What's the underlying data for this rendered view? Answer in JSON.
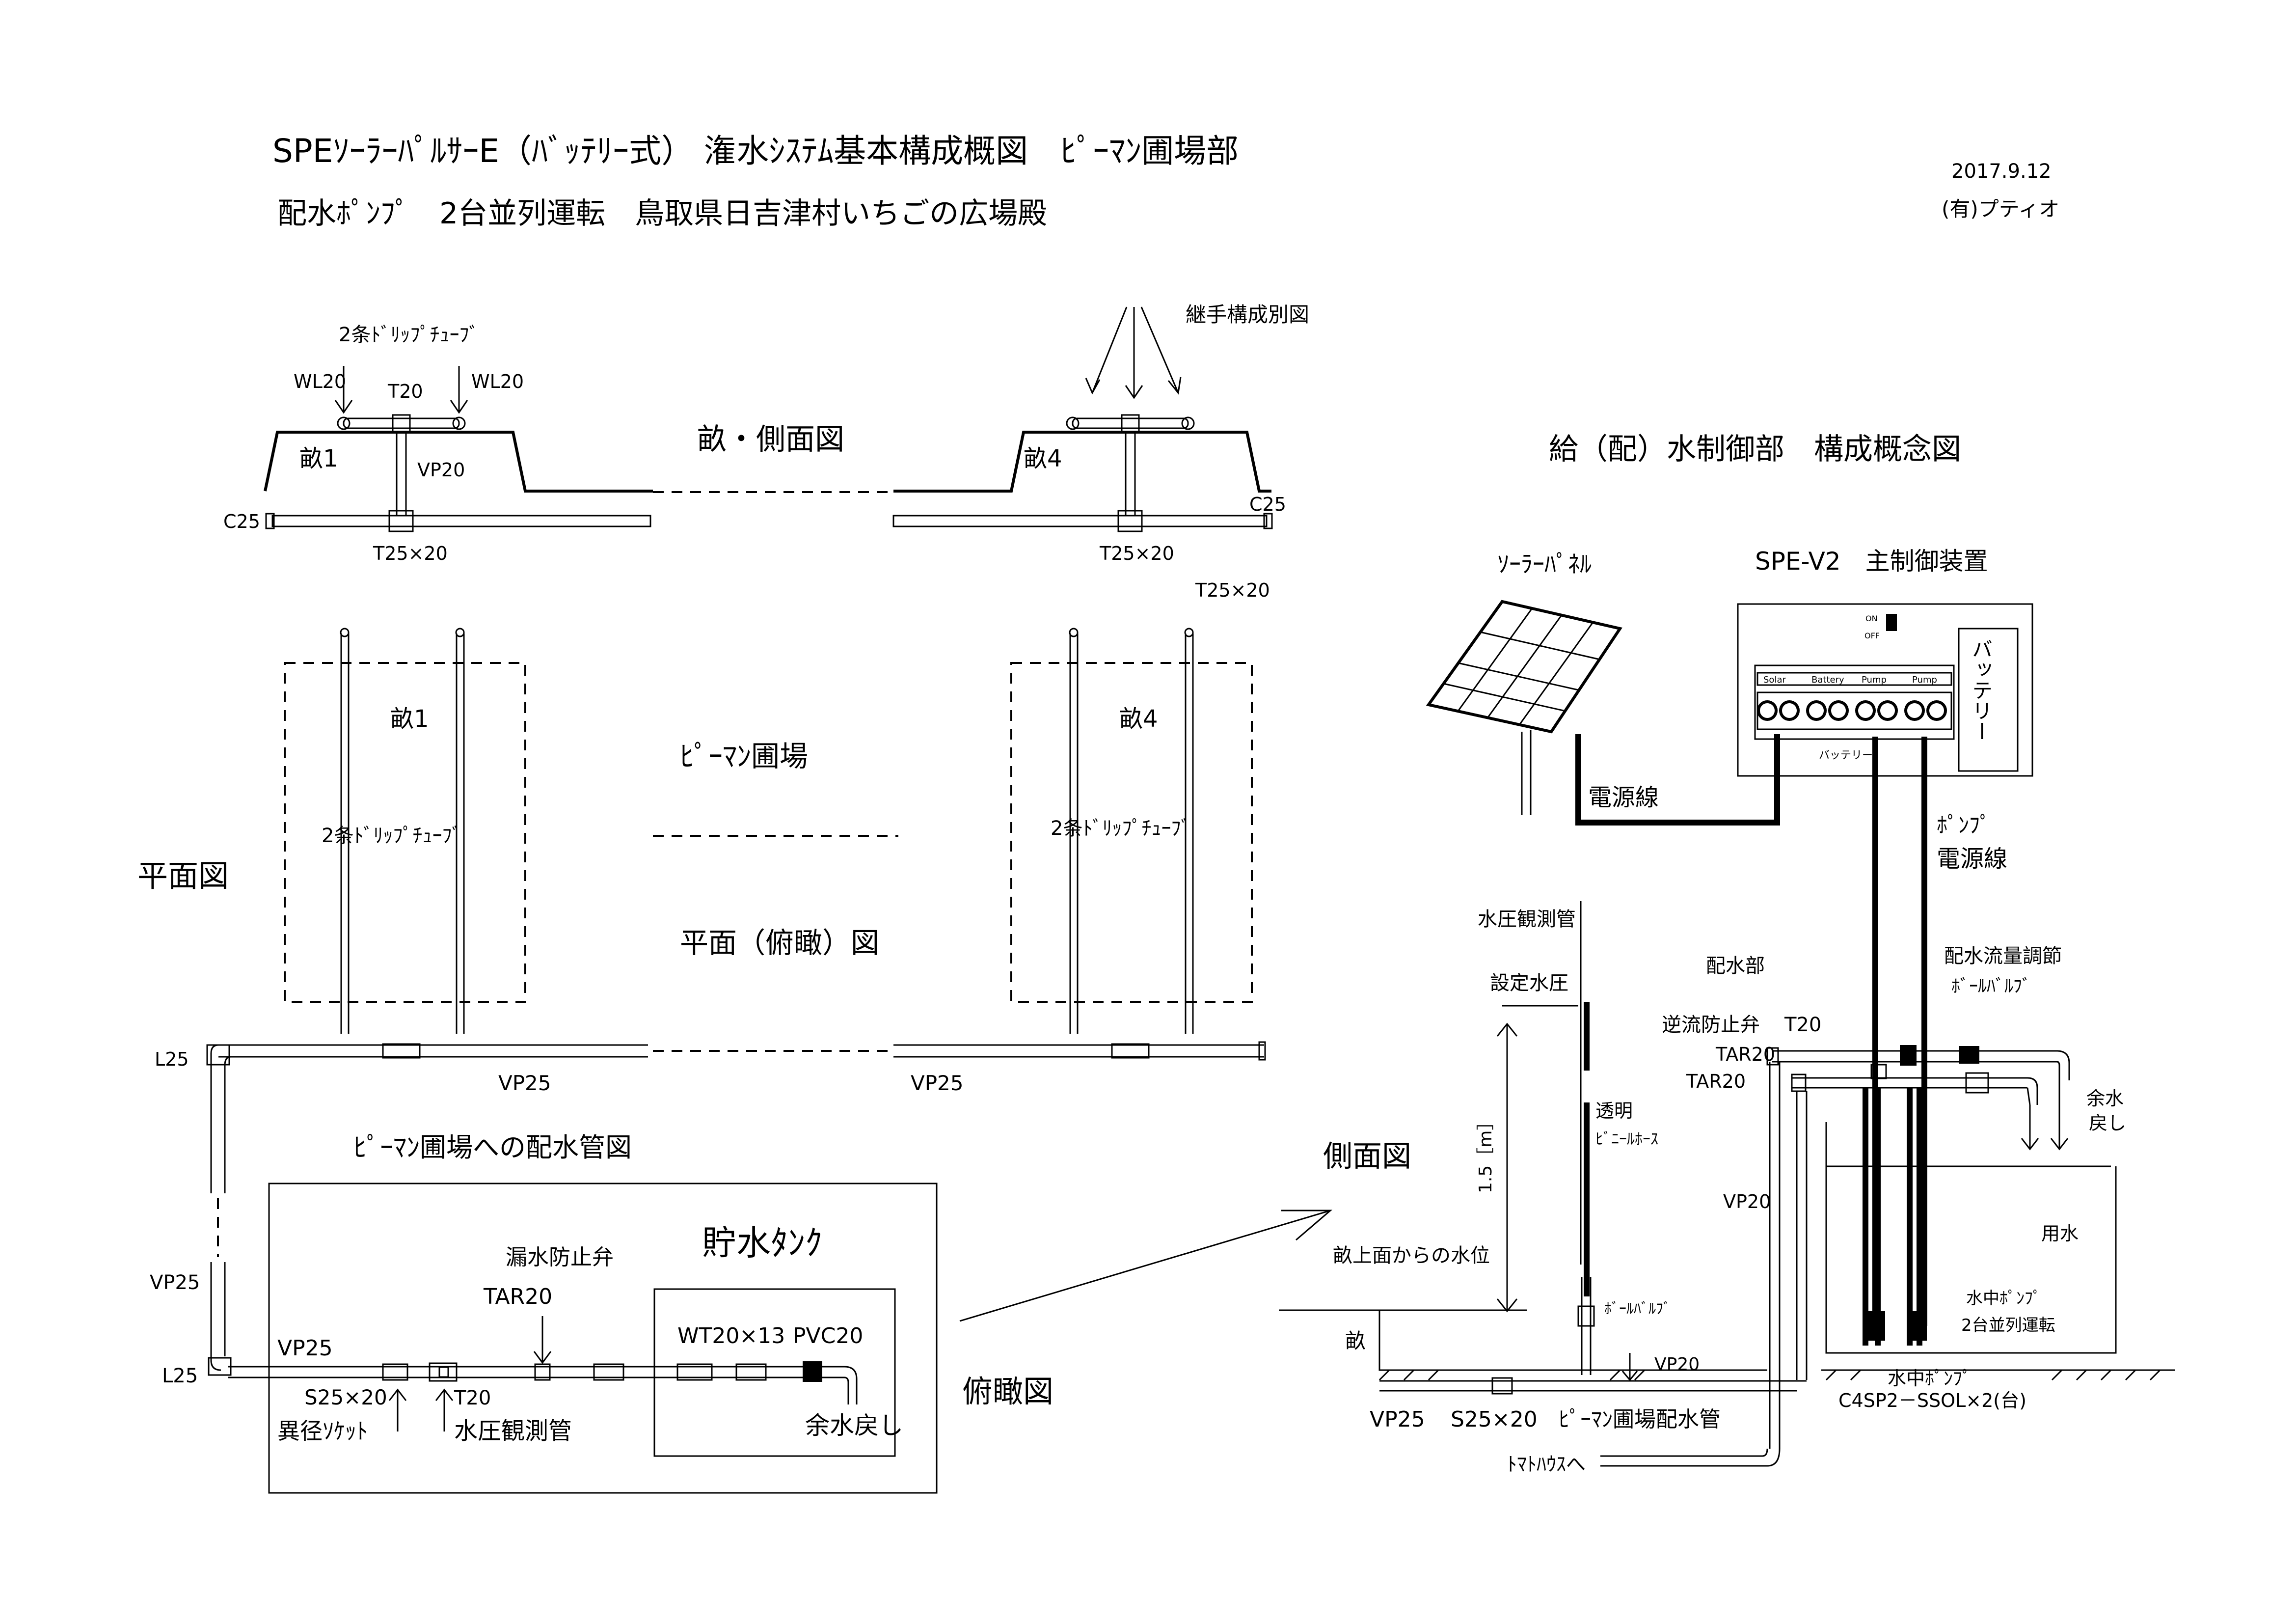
{
  "header": {
    "title": "SPEｿｰﾗｰﾊﾟﾙｻｰE（ﾊﾞｯﾃﾘｰ式） 潅水ｼｽﾃﾑ基本構成概図　ﾋﾟｰﾏﾝ圃場部",
    "subtitle": "配水ﾎﾟﾝﾌﾟ　2台並列運転　鳥取県日吉津村いちごの広場殿",
    "date": "2017.9.12",
    "company": "(有)プティオ"
  },
  "side_view": {
    "title": "畝・側面図",
    "drip_tube": "2条ﾄﾞﾘｯﾌﾟﾁｭｰﾌﾞ",
    "wl20_left": "WL20",
    "wl20_right": "WL20",
    "t20": "T20",
    "bed1": "畝1",
    "vp20": "VP20",
    "bed4": "畝4",
    "c25_left": "C25",
    "c25_right": "C25",
    "t25x20_left": "T25×20",
    "t25x20_right": "T25×20",
    "t25x20_far": "T25×20",
    "joint_note": "継手構成別図"
  },
  "plan_view": {
    "heading": "平面図",
    "field_label": "ﾋﾟｰﾏﾝ圃場",
    "plan_title": "平面（俯瞰）図",
    "bed1": "畝1",
    "bed4": "畝4",
    "drip_left": "2条ﾄﾞﾘｯﾌﾟﾁｭｰﾌﾞ",
    "drip_right": "2条ﾄﾞﾘｯﾌﾟﾁｭｰﾌﾞ",
    "l25_top": "L25",
    "vp25_a": "VP25",
    "vp25_b": "VP25",
    "pipe_title": "ﾋﾟｰﾏﾝ圃場への配水管図",
    "vp25_vertical": "VP25",
    "l25_bottom": "L25"
  },
  "tank_box": {
    "title": "貯水ﾀﾝｸ",
    "leak_valve": "漏水防止弁",
    "tar20": "TAR20",
    "wt": "WT20×13",
    "pvc": "PVC20",
    "vp25": "VP25",
    "s25x20": "S25×20",
    "t20": "T20",
    "reducer": "異径ｿｹｯﾄ",
    "gauge": "水圧観測管",
    "overflow": "余水戻し",
    "overhead_label": "俯瞰図"
  },
  "control": {
    "title": "給（配）水制御部　構成概念図",
    "solar_panel": "ｿｰﾗｰﾊﾟﾈﾙ",
    "controller": "SPE-V2　主制御装置",
    "battery": "バッテリー",
    "terminals": [
      "Solar",
      "Battery",
      "Pump",
      "Pump"
    ],
    "terminal_under": "バッテリー",
    "sw_on": "ON",
    "sw_off": "OFF",
    "power_line": "電源線",
    "pump_line_1": "ﾎﾟﾝﾌﾟ",
    "pump_line_2": "電源線"
  },
  "section": {
    "side_label": "側面図",
    "gauge_tube": "水圧観測管",
    "set_pressure": "設定水圧",
    "distribution": "配水部",
    "check_valve": "逆流防止弁",
    "t20": "T20",
    "tar20_a": "TAR20",
    "tar20_b": "TAR20",
    "flow_adjust": "配水流量調節",
    "ball_valve_top": "ﾎﾞｰﾙﾊﾞﾙﾌﾞ",
    "clear_1": "透明",
    "clear_2": "ﾋﾞﾆｰﾙﾎｰｽ",
    "height": "1.5［m］",
    "overflow_1": "余水",
    "overflow_2": "戻し",
    "vp20_up": "VP20",
    "water": "用水",
    "pump_1": "水中ﾎﾟﾝﾌﾟ",
    "pump_2": "2台並列運転",
    "water_level": "畝上面からの水位",
    "ball_valve": "ﾎﾞｰﾙﾊﾞﾙﾌﾞ",
    "bed": "畝",
    "vp20_low": "VP20",
    "pump_model_1": "水中ﾎﾟﾝﾌﾟ",
    "pump_model_2": "C4SP2－SSOL×2(台)",
    "vp25": "VP25",
    "s25x20": "S25×20",
    "main_pipe": "ﾋﾟｰﾏﾝ圃場配水管",
    "to_tomato": "ﾄﾏﾄﾊｳｽへ"
  }
}
